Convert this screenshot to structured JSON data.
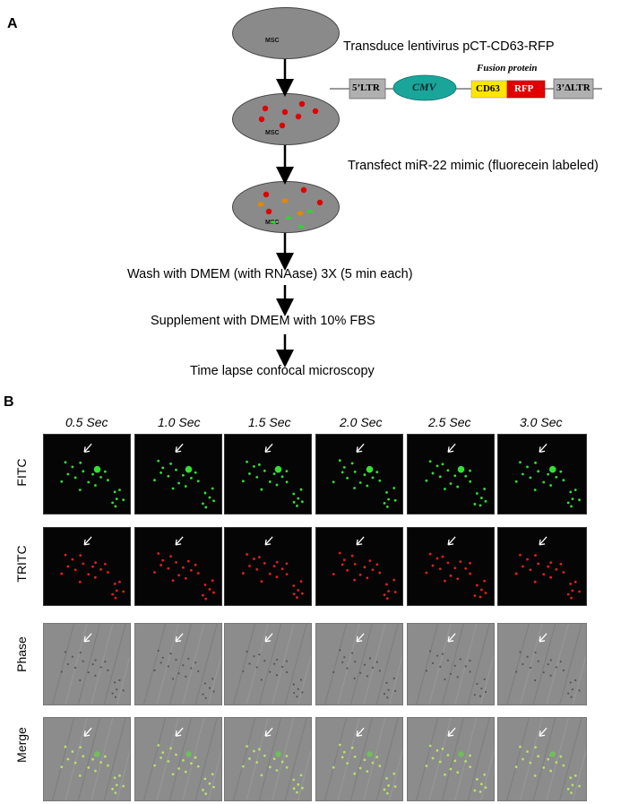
{
  "panel_a": {
    "letter": "A",
    "dish_label": "MSC",
    "transduce_note": "Transduce lentivirus pCT-CD63-RFP",
    "transfect_note": "Transfect miR-22 mimic (fluorecein labeled)",
    "construct": {
      "fusion_label": "Fusion protein",
      "ltr5": "5’LTR",
      "cmv": "CMV",
      "cd63": "CD63",
      "rfp": "RFP",
      "ltr3": "3’ΔLTR"
    },
    "steps": [
      "Wash with DMEM (with RNAase) 3X (5 min each)",
      "Supplement with DMEM with 10% FBS",
      "Time lapse confocal  microscopy"
    ],
    "colors": {
      "dish": "#8a8a8a",
      "red_dot": "#e00000",
      "green_dot": "#2bd92b",
      "cmv": "#1aa59b",
      "cd63": "#ffe600",
      "rfp": "#e00000",
      "ltr": "#b0b0b0"
    }
  },
  "panel_b": {
    "letter": "B",
    "times": [
      "0.5 Sec",
      "1.0 Sec",
      "1.5 Sec",
      "2.0 Sec",
      "2.5 Sec",
      "3.0 Sec"
    ],
    "rows": [
      "FITC",
      "TRITC",
      "Phase",
      "Merge"
    ]
  }
}
